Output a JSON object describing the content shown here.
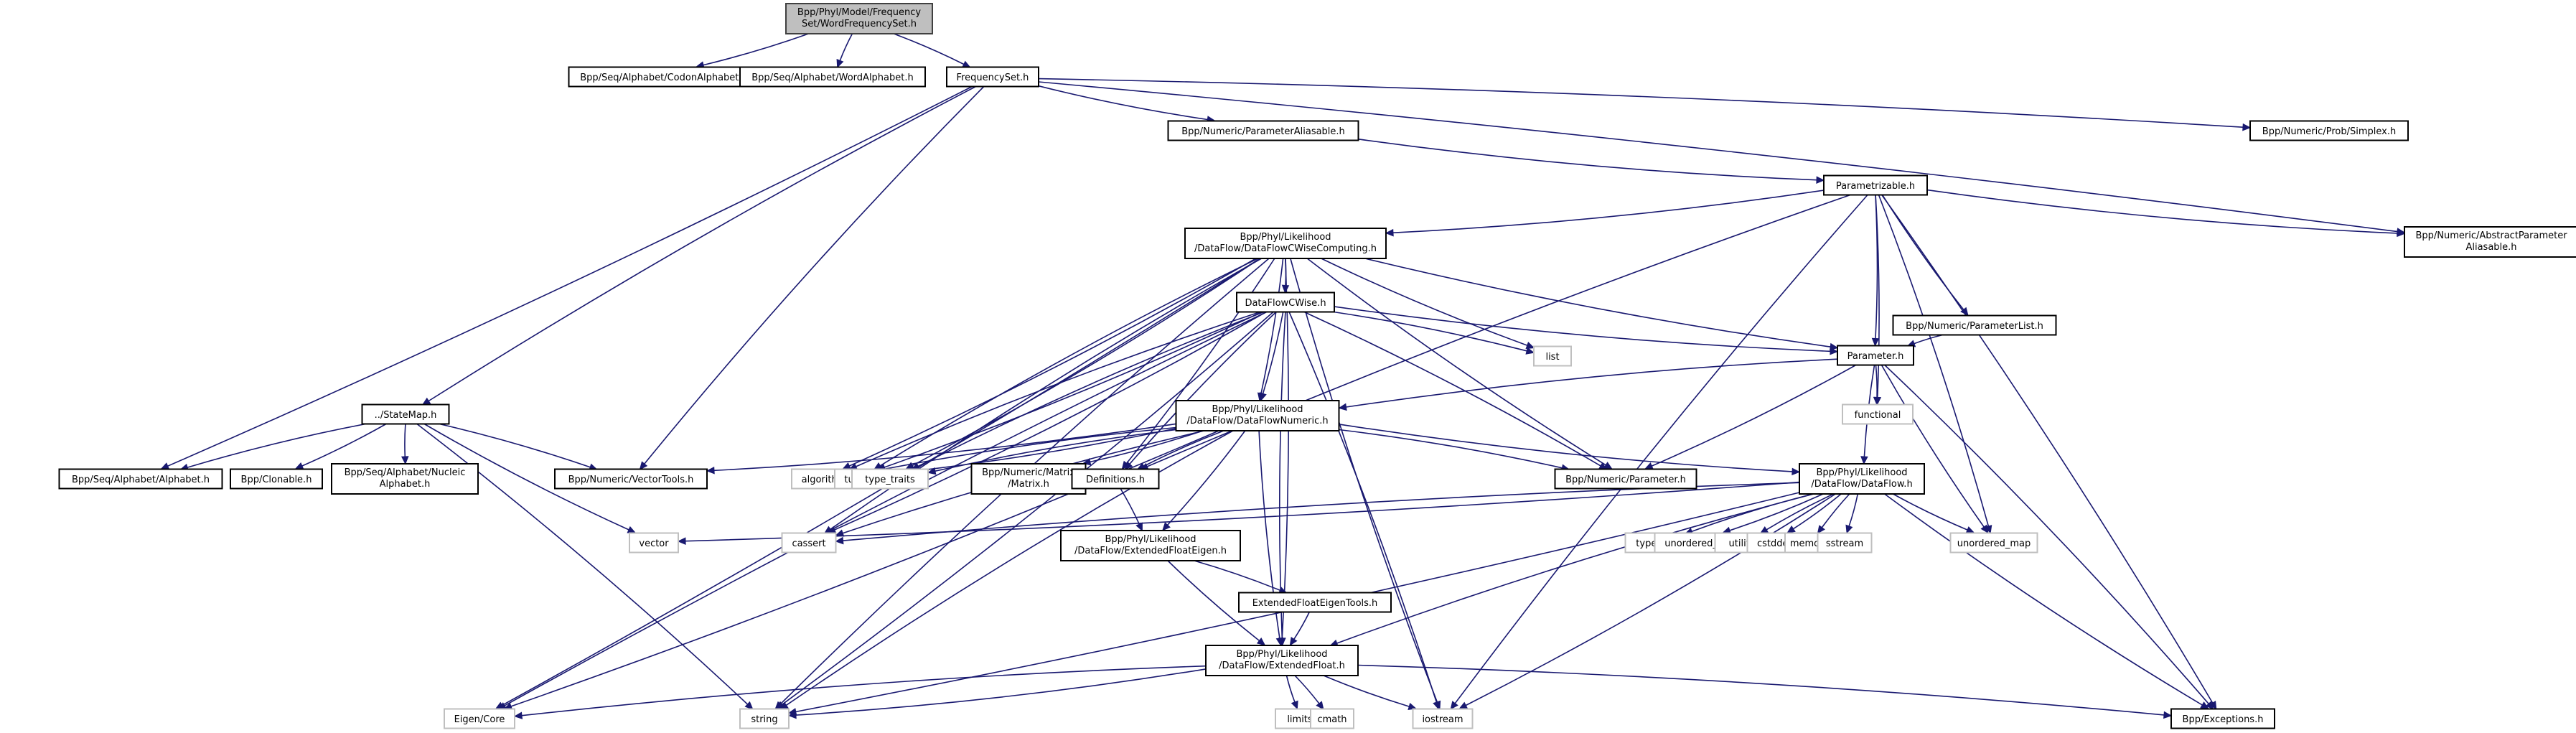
{
  "title": "Include dependency graph for WordFrequencySet.h",
  "colors": {
    "edge": "#191970",
    "root_fill": "#bfbfbf",
    "local_border": "#000000",
    "system_border": "#bfbfbf"
  },
  "nodes": [
    {
      "id": "root",
      "label": [
        "Bpp/Phyl/Model/Frequency",
        "Set/WordFrequencySet.h"
      ],
      "kind": "root"
    },
    {
      "id": "codon",
      "label": [
        "Bpp/Seq/Alphabet/CodonAlphabet.h"
      ],
      "kind": "local"
    },
    {
      "id": "word",
      "label": [
        "Bpp/Seq/Alphabet/WordAlphabet.h"
      ],
      "kind": "local"
    },
    {
      "id": "freqset",
      "label": [
        "FrequencySet.h"
      ],
      "kind": "local"
    },
    {
      "id": "paramalias",
      "label": [
        "Bpp/Numeric/ParameterAliasable.h"
      ],
      "kind": "local"
    },
    {
      "id": "simplex",
      "label": [
        "Bpp/Numeric/Prob/Simplex.h"
      ],
      "kind": "local"
    },
    {
      "id": "parametrizable",
      "label": [
        "Parametrizable.h"
      ],
      "kind": "local"
    },
    {
      "id": "absparamalias",
      "label": [
        "Bpp/Numeric/AbstractParameter",
        "Aliasable.h"
      ],
      "kind": "local"
    },
    {
      "id": "dfcwcomp",
      "label": [
        "Bpp/Phyl/Likelihood",
        "/DataFlow/DataFlowCWiseComputing.h"
      ],
      "kind": "local"
    },
    {
      "id": "paramlist",
      "label": [
        "Bpp/Numeric/ParameterList.h"
      ],
      "kind": "local"
    },
    {
      "id": "dfcwise",
      "label": [
        "DataFlowCWise.h"
      ],
      "kind": "local"
    },
    {
      "id": "list",
      "label": [
        "list"
      ],
      "kind": "sys"
    },
    {
      "id": "parameter",
      "label": [
        "Parameter.h"
      ],
      "kind": "local"
    },
    {
      "id": "functional",
      "label": [
        "functional"
      ],
      "kind": "sys"
    },
    {
      "id": "statemap",
      "label": [
        "../StateMap.h"
      ],
      "kind": "local"
    },
    {
      "id": "alphabet",
      "label": [
        "Bpp/Seq/Alphabet/Alphabet.h"
      ],
      "kind": "local"
    },
    {
      "id": "clonable",
      "label": [
        "Bpp/Clonable.h"
      ],
      "kind": "local"
    },
    {
      "id": "nucleic",
      "label": [
        "Bpp/Seq/Alphabet/Nucleic",
        "Alphabet.h"
      ],
      "kind": "local"
    },
    {
      "id": "vectortools",
      "label": [
        "Bpp/Numeric/VectorTools.h"
      ],
      "kind": "local"
    },
    {
      "id": "dfnumeric",
      "label": [
        "Bpp/Phyl/Likelihood",
        "/DataFlow/DataFlowNumeric.h"
      ],
      "kind": "local"
    },
    {
      "id": "algorithm",
      "label": [
        "algorithm"
      ],
      "kind": "sys"
    },
    {
      "id": "tuple",
      "label": [
        "tuple"
      ],
      "kind": "sys"
    },
    {
      "id": "typetraits",
      "label": [
        "type_traits"
      ],
      "kind": "sys"
    },
    {
      "id": "matrix",
      "label": [
        "Bpp/Numeric/Matrix",
        "/Matrix.h"
      ],
      "kind": "local"
    },
    {
      "id": "definitions",
      "label": [
        "Definitions.h"
      ],
      "kind": "local"
    },
    {
      "id": "numparam",
      "label": [
        "Bpp/Numeric/Parameter.h"
      ],
      "kind": "local"
    },
    {
      "id": "dataflow",
      "label": [
        "Bpp/Phyl/Likelihood",
        "/DataFlow/DataFlow.h"
      ],
      "kind": "local"
    },
    {
      "id": "vector",
      "label": [
        "vector"
      ],
      "kind": "sys"
    },
    {
      "id": "cassert",
      "label": [
        "cassert"
      ],
      "kind": "sys"
    },
    {
      "id": "extfloateigen",
      "label": [
        "Bpp/Phyl/Likelihood",
        "/DataFlow/ExtendedFloatEigen.h"
      ],
      "kind": "local"
    },
    {
      "id": "typeinfo",
      "label": [
        "typeinfo"
      ],
      "kind": "sys"
    },
    {
      "id": "unorderedset",
      "label": [
        "unordered_set"
      ],
      "kind": "sys"
    },
    {
      "id": "utility",
      "label": [
        "utility"
      ],
      "kind": "sys"
    },
    {
      "id": "cstddef",
      "label": [
        "cstddef"
      ],
      "kind": "sys"
    },
    {
      "id": "memory",
      "label": [
        "memory"
      ],
      "kind": "sys"
    },
    {
      "id": "sstream",
      "label": [
        "sstream"
      ],
      "kind": "sys"
    },
    {
      "id": "unorderedmap",
      "label": [
        "unordered_map"
      ],
      "kind": "sys"
    },
    {
      "id": "extfloateigentools",
      "label": [
        "ExtendedFloatEigenTools.h"
      ],
      "kind": "local"
    },
    {
      "id": "extfloat",
      "label": [
        "Bpp/Phyl/Likelihood",
        "/DataFlow/ExtendedFloat.h"
      ],
      "kind": "local"
    },
    {
      "id": "eigencore",
      "label": [
        "Eigen/Core"
      ],
      "kind": "sys"
    },
    {
      "id": "string",
      "label": [
        "string"
      ],
      "kind": "sys"
    },
    {
      "id": "limits",
      "label": [
        "limits"
      ],
      "kind": "sys"
    },
    {
      "id": "cmath",
      "label": [
        "cmath"
      ],
      "kind": "sys"
    },
    {
      "id": "iostream",
      "label": [
        "iostream"
      ],
      "kind": "sys"
    },
    {
      "id": "exceptions",
      "label": [
        "Bpp/Exceptions.h"
      ],
      "kind": "local"
    }
  ],
  "edges": [
    [
      "root",
      "codon"
    ],
    [
      "root",
      "word"
    ],
    [
      "root",
      "freqset"
    ],
    [
      "freqset",
      "paramalias"
    ],
    [
      "freqset",
      "simplex"
    ],
    [
      "freqset",
      "statemap"
    ],
    [
      "freqset",
      "alphabet"
    ],
    [
      "freqset",
      "vectortools"
    ],
    [
      "freqset",
      "absparamalias"
    ],
    [
      "paramalias",
      "parametrizable"
    ],
    [
      "parametrizable",
      "dfcwcomp"
    ],
    [
      "parametrizable",
      "paramlist"
    ],
    [
      "parametrizable",
      "parameter"
    ],
    [
      "parametrizable",
      "absparamalias"
    ],
    [
      "parametrizable",
      "functional"
    ],
    [
      "parametrizable",
      "definitions"
    ],
    [
      "parametrizable",
      "unorderedmap"
    ],
    [
      "parametrizable",
      "iostream"
    ],
    [
      "parametrizable",
      "exceptions"
    ],
    [
      "paramlist",
      "parameter"
    ],
    [
      "dfcwcomp",
      "dfcwise"
    ],
    [
      "dfcwcomp",
      "list"
    ],
    [
      "dfcwcomp",
      "dfnumeric"
    ],
    [
      "dfcwcomp",
      "parameter"
    ],
    [
      "dfcwcomp",
      "algorithm"
    ],
    [
      "dfcwcomp",
      "tuple"
    ],
    [
      "dfcwcomp",
      "typetraits"
    ],
    [
      "dfcwcomp",
      "cassert"
    ],
    [
      "dfcwcomp",
      "eigencore"
    ],
    [
      "dfcwcomp",
      "string"
    ],
    [
      "dfcwcomp",
      "definitions"
    ],
    [
      "dfcwcomp",
      "numparam"
    ],
    [
      "dfcwcomp",
      "extfloat"
    ],
    [
      "dfcwcomp",
      "iostream"
    ],
    [
      "dfcwise",
      "list"
    ],
    [
      "dfcwise",
      "parameter"
    ],
    [
      "dfcwise",
      "dfnumeric"
    ],
    [
      "dfcwise",
      "algorithm"
    ],
    [
      "dfcwise",
      "tuple"
    ],
    [
      "dfcwise",
      "typetraits"
    ],
    [
      "dfcwise",
      "cassert"
    ],
    [
      "dfcwise",
      "eigencore"
    ],
    [
      "dfcwise",
      "string"
    ],
    [
      "dfcwise",
      "definitions"
    ],
    [
      "dfcwise",
      "numparam"
    ],
    [
      "dfcwise",
      "extfloat"
    ],
    [
      "dfcwise",
      "iostream"
    ],
    [
      "parameter",
      "dfnumeric"
    ],
    [
      "parameter",
      "functional"
    ],
    [
      "parameter",
      "dataflow"
    ],
    [
      "parameter",
      "numparam"
    ],
    [
      "parameter",
      "unorderedmap"
    ],
    [
      "parameter",
      "exceptions"
    ],
    [
      "statemap",
      "alphabet"
    ],
    [
      "statemap",
      "clonable"
    ],
    [
      "statemap",
      "nucleic"
    ],
    [
      "statemap",
      "vectortools"
    ],
    [
      "statemap",
      "vector"
    ],
    [
      "statemap",
      "string"
    ],
    [
      "dfnumeric",
      "algorithm"
    ],
    [
      "dfnumeric",
      "tuple"
    ],
    [
      "dfnumeric",
      "typetraits"
    ],
    [
      "dfnumeric",
      "matrix"
    ],
    [
      "dfnumeric",
      "definitions"
    ],
    [
      "dfnumeric",
      "numparam"
    ],
    [
      "dfnumeric",
      "dataflow"
    ],
    [
      "dfnumeric",
      "vectortools"
    ],
    [
      "dfnumeric",
      "cassert"
    ],
    [
      "dfnumeric",
      "extfloateigen"
    ],
    [
      "dfnumeric",
      "extfloat"
    ],
    [
      "dfnumeric",
      "eigencore"
    ],
    [
      "dfnumeric",
      "string"
    ],
    [
      "definitions",
      "extfloateigen"
    ],
    [
      "dataflow",
      "typeinfo"
    ],
    [
      "dataflow",
      "unorderedset"
    ],
    [
      "dataflow",
      "utility"
    ],
    [
      "dataflow",
      "cstddef"
    ],
    [
      "dataflow",
      "memory"
    ],
    [
      "dataflow",
      "sstream"
    ],
    [
      "dataflow",
      "unorderedmap"
    ],
    [
      "dataflow",
      "vector"
    ],
    [
      "dataflow",
      "cassert"
    ],
    [
      "dataflow",
      "string"
    ],
    [
      "dataflow",
      "extfloat"
    ],
    [
      "dataflow",
      "iostream"
    ],
    [
      "dataflow",
      "exceptions"
    ],
    [
      "extfloateigen",
      "extfloateigentools"
    ],
    [
      "extfloateigen",
      "extfloat"
    ],
    [
      "extfloateigentools",
      "extfloat"
    ],
    [
      "extfloat",
      "eigencore"
    ],
    [
      "extfloat",
      "string"
    ],
    [
      "extfloat",
      "limits"
    ],
    [
      "extfloat",
      "cmath"
    ],
    [
      "extfloat",
      "iostream"
    ],
    [
      "extfloat",
      "exceptions"
    ]
  ]
}
